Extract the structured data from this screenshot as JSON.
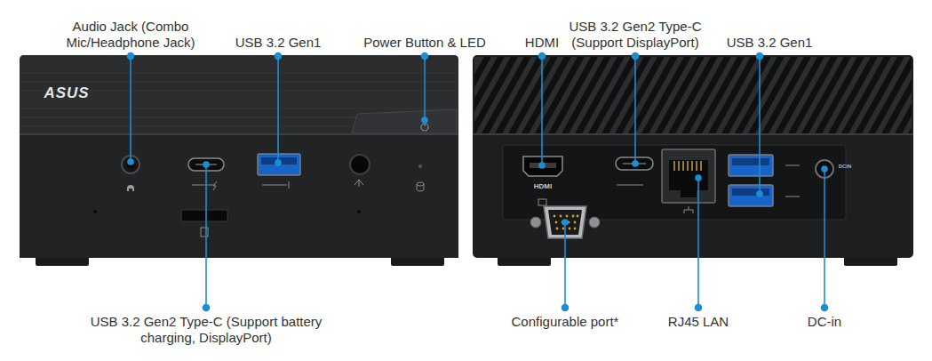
{
  "diagram": {
    "labels": [
      "Audio Jack (Combo Mic/Headphone Jack)",
      "USB 3.2 Gen1",
      "Power Button & LED",
      "HDMI",
      "USB 3.2 Gen2 Type-C (Support DisplayPort)",
      "USB 3.2 Gen1",
      "ASUS",
      "HDMI",
      "DCIN",
      "USB 3.2 Gen2 Type-C (Support battery charging, DisplayPort)",
      "Configurable port*",
      "RJ45 LAN",
      "DC-in"
    ]
  }
}
